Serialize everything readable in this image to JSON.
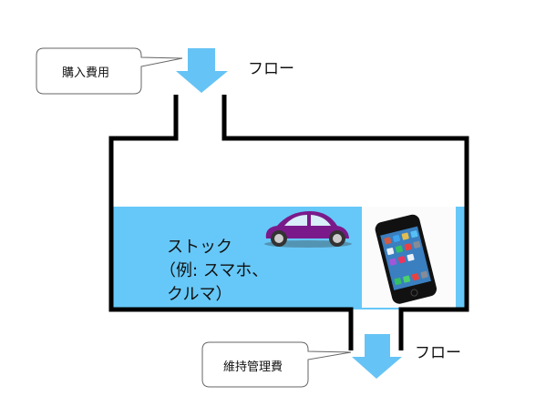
{
  "inflow": {
    "callout": "購入費用",
    "label": "フロー"
  },
  "outflow": {
    "callout": "維持管理費",
    "label": "フロー"
  },
  "stock": {
    "lines": [
      "ストック",
      "（例: スマホ、",
      "クルマ）"
    ]
  },
  "colors": {
    "water": "#66C8F8",
    "arrow": "#66C3F5",
    "wall": "#000000",
    "car": "#7A1A8A"
  }
}
